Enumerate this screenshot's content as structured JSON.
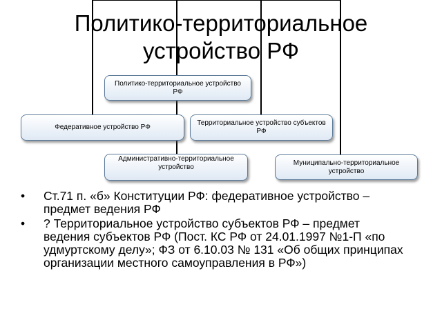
{
  "slide": {
    "title": "Политико-территориальное устройство РФ"
  },
  "diagram": {
    "root": "Политико-территориальное устройство РФ",
    "federal": "Федеративное устройство РФ",
    "subjects": "Территориальное устройство субъектов РФ",
    "administrative": "Административно-территориальное устройство",
    "municipal": "Муниципально-территориальное устройство"
  },
  "bullets": [
    {
      "marker": "•",
      "text": "Ст.71 п. «б» Конституции РФ: федеративное устройство – предмет ведения РФ"
    },
    {
      "marker": "•",
      "text": "? Территориальное устройство субъектов РФ – предмет ведения субъектов РФ (Пост. КС РФ от 24.01.1997 №1-П «по удмуртскому делу»; ФЗ от 6.10.03 № 131 «Об общих принципах организации местного самоуправления в РФ»)"
    }
  ]
}
